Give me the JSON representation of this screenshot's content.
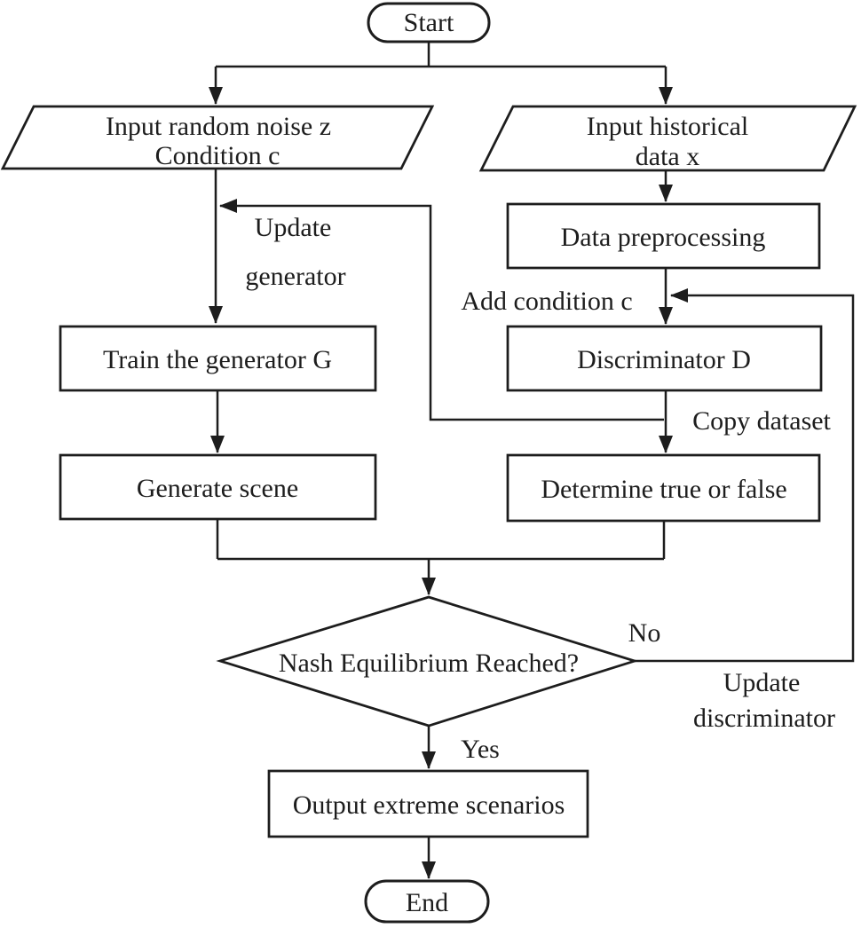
{
  "diagram": {
    "type": "flowchart",
    "colors": {
      "background": "#ffffff",
      "stroke": "#1d1d1d",
      "text": "#1d1d1d"
    },
    "nodes": {
      "start": {
        "shape": "terminator",
        "label": "Start"
      },
      "input_noise": {
        "shape": "parallelogram-io",
        "line1": "Input random noise z",
        "line2": "Condition c"
      },
      "input_historical": {
        "shape": "parallelogram-io",
        "line1": "Input historical",
        "line2": "data x"
      },
      "data_preprocessing": {
        "shape": "process",
        "label": "Data preprocessing"
      },
      "discriminator": {
        "shape": "process",
        "label": "Discriminator D"
      },
      "determine": {
        "shape": "process",
        "label": "Determine true or false"
      },
      "train_generator": {
        "shape": "process",
        "label": "Train the generator G"
      },
      "generate_scene": {
        "shape": "process",
        "label": "Generate scene"
      },
      "nash_decision": {
        "shape": "decision",
        "label": "Nash Equilibrium Reached?"
      },
      "output_scenarios": {
        "shape": "process",
        "label": "Output extreme scenarios"
      },
      "end": {
        "shape": "terminator",
        "label": "End"
      }
    },
    "edge_labels": {
      "add_condition": "Add condition c",
      "copy_dataset": "Copy dataset",
      "update_generator": {
        "line1": "Update",
        "line2": "generator"
      },
      "update_discriminator": {
        "line1": "Update",
        "line2": "discriminator"
      },
      "no": "No",
      "yes": "Yes"
    }
  }
}
